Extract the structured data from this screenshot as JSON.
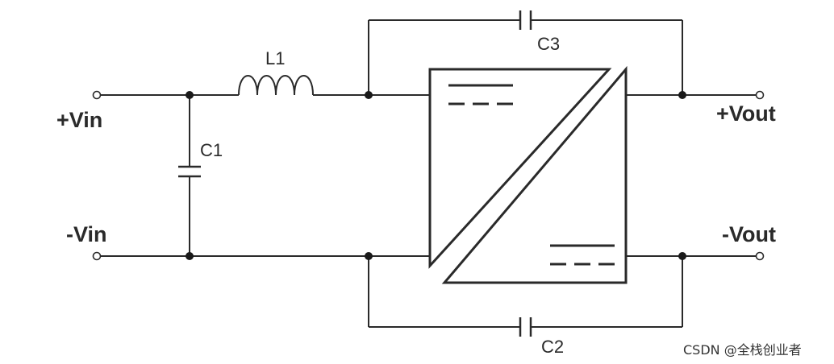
{
  "ports": {
    "vin_pos": "+Vin",
    "vin_neg": "-Vin",
    "vout_pos": "+Vout",
    "vout_neg": "-Vout"
  },
  "components": {
    "inductor": "L1",
    "cap_input": "C1",
    "cap_top": "C3",
    "cap_bottom": "C2"
  },
  "watermark": "CSDN @全栈创业者",
  "colors": {
    "line": "#2a2a2a",
    "background": "#ffffff"
  }
}
